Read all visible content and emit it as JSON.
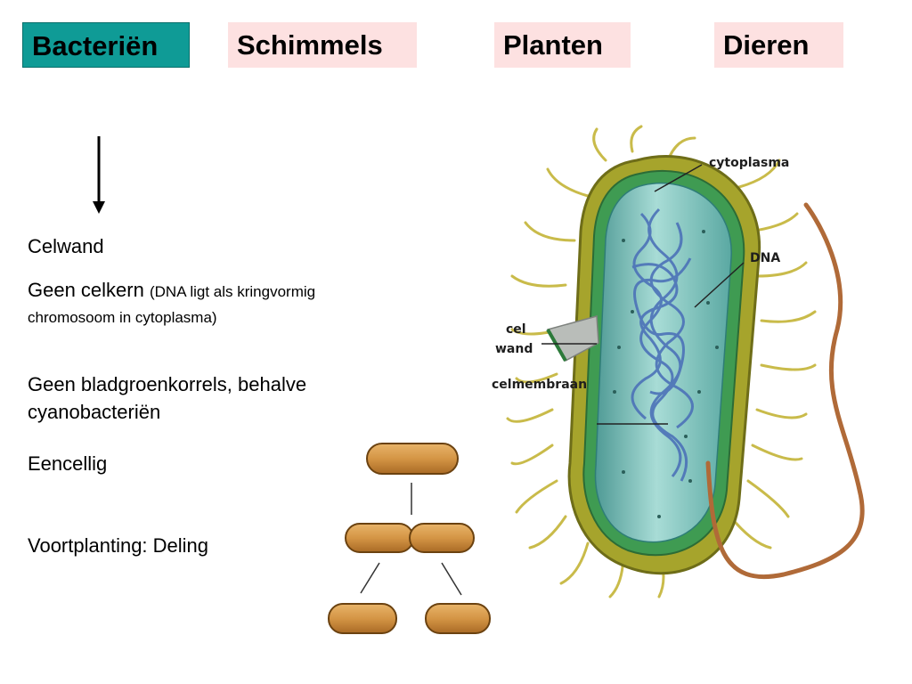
{
  "tabs": [
    {
      "label": "Bacteriën"
    },
    {
      "label": "Schimmels"
    },
    {
      "label": "Planten"
    },
    {
      "label": "Dieren"
    }
  ],
  "content": {
    "item1": "Celwand",
    "item2_main": "Geen celkern",
    "item2_note_a": "(DNA ligt als kringvormig",
    "item2_note_b": "chromosoom in cytoplasma)",
    "item3_a": "Geen bladgroenkorrels, behalve",
    "item3_b": "cyanobacteriën",
    "item4": "Eencellig",
    "item5": "Voortplanting: Deling"
  },
  "diagram": {
    "labels": {
      "cytoplasma": "cytoplasma",
      "dna": "DNA",
      "cel": "cel",
      "wand": "wand",
      "celmembraan": "celmembraan"
    }
  },
  "colors": {
    "active_tab": "#0f9b96",
    "inactive_tab": "#fde1e1"
  }
}
